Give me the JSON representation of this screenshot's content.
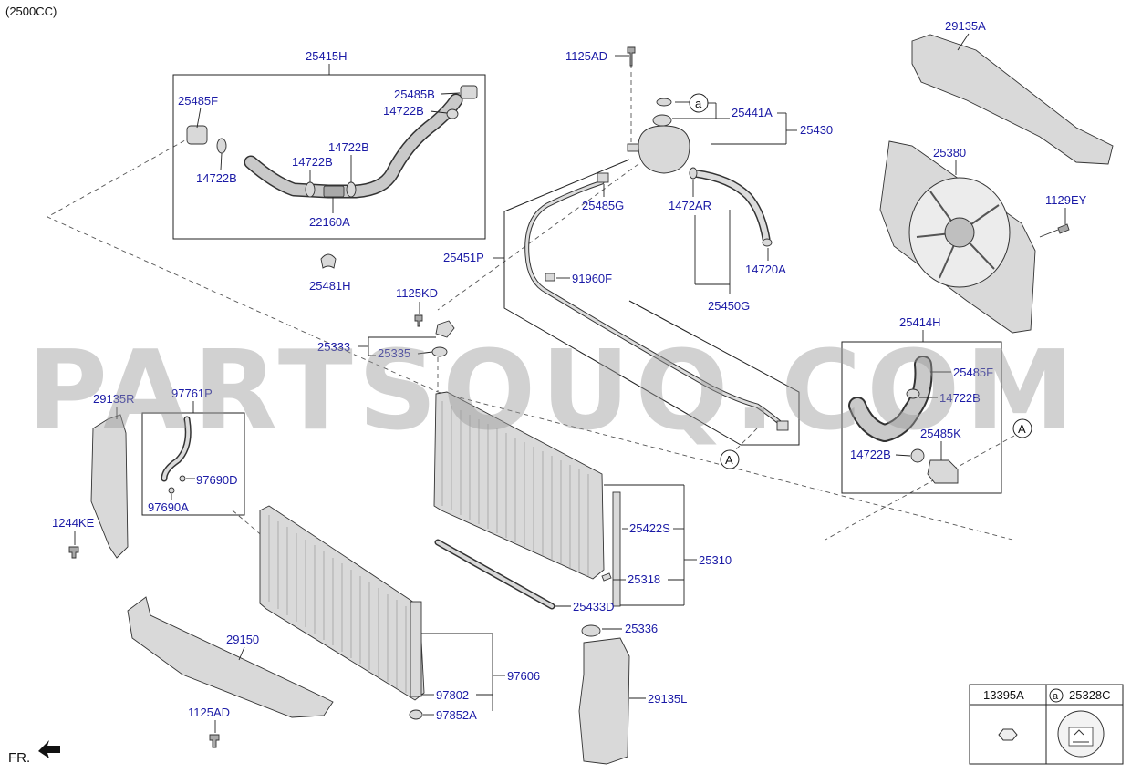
{
  "engine_caption": "(2500CC)",
  "watermark": "PARTSOUQ.COM",
  "front_label": "FR.",
  "ref_marker": "a",
  "view_marker": "A",
  "labels": {
    "p25415H": "25415H",
    "p25485F_top": "25485F",
    "p14722B_a": "14722B",
    "p14722B_b": "14722B",
    "p14722B_c": "14722B",
    "p25485B": "25485B",
    "p14722B_d": "14722B",
    "p22160A": "22160A",
    "p25481H": "25481H",
    "p1125AD_top": "1125AD",
    "p25441A": "25441A",
    "p25430": "25430",
    "p25485G": "25485G",
    "p1472AR": "1472AR",
    "p14720A": "14720A",
    "p25450G": "25450G",
    "p25451P": "25451P",
    "p91960F": "91960F",
    "p29135A": "29135A",
    "p25380": "25380",
    "p1129EY": "1129EY",
    "p25414H": "25414H",
    "p25485F_right": "25485F",
    "p14722B_e": "14722B",
    "p25485K": "25485K",
    "p14722B_f": "14722B",
    "p1125KD": "1125KD",
    "p25333": "25333",
    "p25335": "25335",
    "p29135R": "29135R",
    "p97761P": "97761P",
    "p97690D": "97690D",
    "p97690A": "97690A",
    "p1244KE": "1244KE",
    "p25422S": "25422S",
    "p25310": "25310",
    "p25318": "25318",
    "p25433D": "25433D",
    "p25336": "25336",
    "p29150": "29150",
    "p97606": "97606",
    "p97802": "97802",
    "p97852A": "97852A",
    "p29135L": "29135L",
    "p1125AD_bottom": "1125AD"
  },
  "legend": {
    "left_code": "13395A",
    "right_marker": "a",
    "right_code": "25328C"
  }
}
